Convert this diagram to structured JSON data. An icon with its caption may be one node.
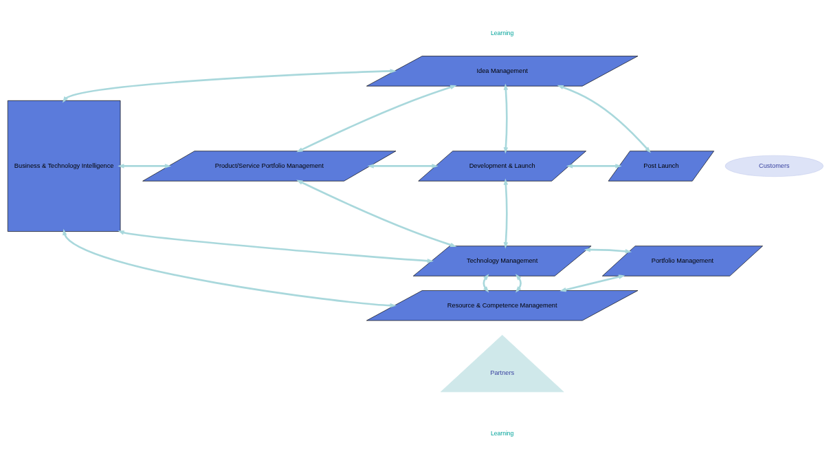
{
  "diagram": {
    "nodes": [
      {
        "text": [
          "Business & Technology Intelligence"
        ]
      },
      {
        "text": [
          "Idea Management"
        ]
      },
      {
        "text": [
          "Product/Service Portfolio Management"
        ]
      },
      {
        "text": [
          "Development & Launch"
        ]
      },
      {
        "text": [
          "Post Launch"
        ]
      },
      {
        "text": [
          "Technology Management"
        ]
      },
      {
        "text": [
          "Portfolio Management"
        ]
      },
      {
        "text": [
          "Resource & Competence Management"
        ]
      },
      {
        "text": [
          "Customers"
        ]
      },
      {
        "text": [
          "Partners"
        ]
      }
    ],
    "edges": [
      {
        "from": 0,
        "to": 1,
        "arrow": "both"
      },
      {
        "from": 1,
        "to": 2,
        "arrow": "both"
      },
      {
        "from": 1,
        "to": 3,
        "arrow": "both"
      },
      {
        "from": 1,
        "to": 4,
        "arrow": "both"
      },
      {
        "from": 0,
        "to": 2,
        "arrow": "both"
      },
      {
        "from": 2,
        "to": 3,
        "arrow": "both"
      },
      {
        "from": 3,
        "to": 4,
        "arrow": "both"
      },
      {
        "from": 2,
        "to": 5,
        "arrow": "both"
      },
      {
        "from": 3,
        "to": 5,
        "arrow": "both"
      },
      {
        "from": 0,
        "to": 5,
        "arrow": "both"
      },
      {
        "from": 5,
        "to": 6,
        "arrow": "both"
      },
      {
        "from": 5,
        "to": 7,
        "arrow": "both"
      },
      {
        "from": 5,
        "to": 7,
        "arrow": "both"
      },
      {
        "from": 6,
        "to": 7,
        "arrow": "both"
      },
      {
        "from": 0,
        "to": 7,
        "arrow": "both"
      }
    ],
    "labels": [
      "Learning",
      "Learning"
    ]
  }
}
